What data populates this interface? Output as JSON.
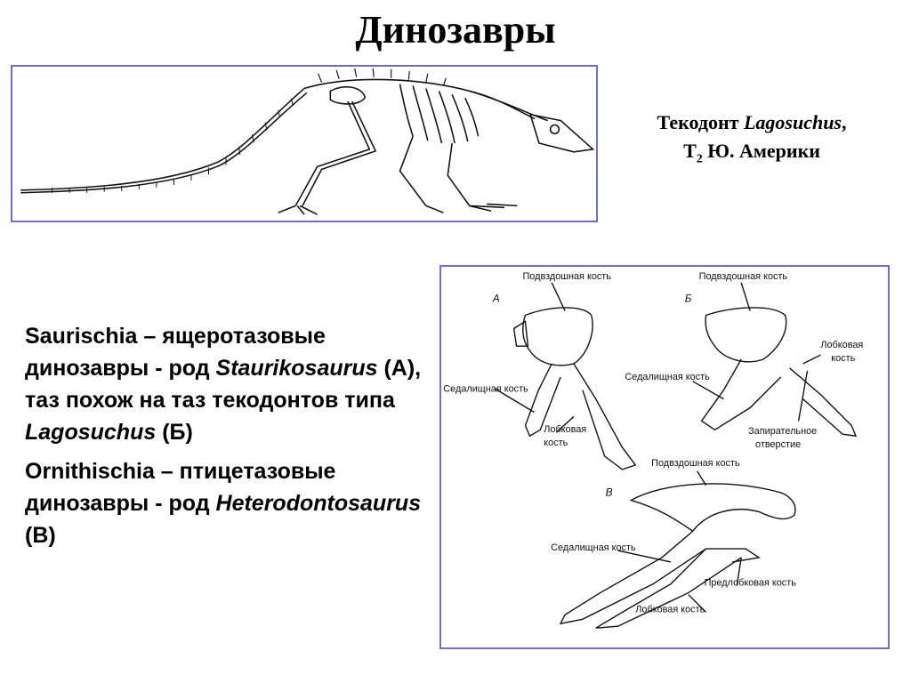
{
  "title": "Динозавры",
  "caption": {
    "line1_prefix": "Текодонт ",
    "line1_genus": "Lagosuchus",
    "line1_suffix": ",",
    "line2_t": "Т",
    "line2_sub": "2",
    "line2_rest": " Ю. Америки"
  },
  "saurischia": {
    "p1": "Saurischia – ящеротазовые динозавры - род ",
    "genus1": "Staurikosaurus",
    "p2": " (А), таз похож на таз текодонтов типа ",
    "genus2": "Lagosuchus",
    "p3": " (Б)"
  },
  "ornithischia": {
    "p1": "Ornithischia – птицетазовые динозавры - род ",
    "genus": "Heterodontosaurus",
    "p2": " (В)"
  },
  "figure": {
    "letter_a": "А",
    "letter_b": "Б",
    "letter_c": "В",
    "a_ilium": "Подвздошная кость",
    "a_ischium": "Седалищная кость",
    "a_pubis_1": "Лобковая",
    "a_pubis_2": "кость",
    "b_ilium": "Подвздошная кость",
    "b_pubis_1": "Лобковая",
    "b_pubis_2": "кость",
    "b_ischium": "Седалищная кость",
    "b_foramen_1": "Запирательное",
    "b_foramen_2": "отверстие",
    "c_ilium": "Подвздошная кость",
    "c_ischium": "Седалищная кость",
    "c_prepubis": "Предлобковая кость",
    "c_pubis": "Лобковая кость"
  }
}
